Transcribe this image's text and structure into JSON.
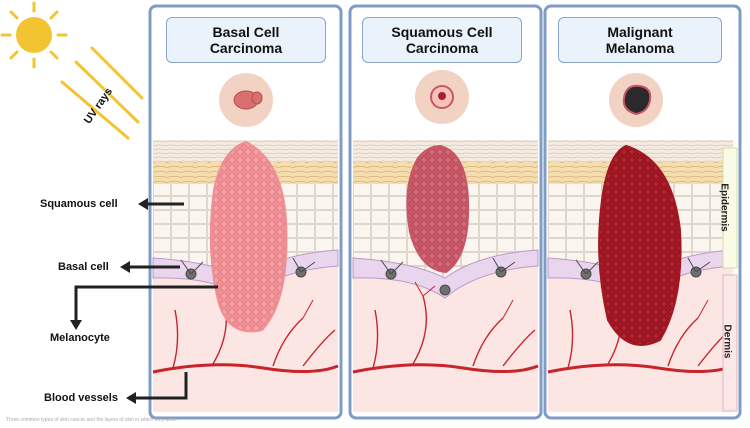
{
  "panels": [
    {
      "title": "Basal Cell\nCarcinoma"
    },
    {
      "title": "Squamous Cell\nCarcinoma"
    },
    {
      "title": "Malignant\nMelanoma"
    }
  ],
  "labels": {
    "uv": "UV rays",
    "squamous": "Squamous cell",
    "basal": "Basal cell",
    "melanocyte": "Melanocyte",
    "blood": "Blood vessels"
  },
  "layers": {
    "epidermis": "Epidermis",
    "dermis": "Dermis"
  },
  "colors": {
    "panel_border": "#7f9cc6",
    "dermis": "#fbe6e3",
    "basal_layer": "#e9d6ee",
    "vessel": "#c8242c",
    "bcc": "#f08f95",
    "scc": "#c85666",
    "melanoma": "#a31722",
    "sun": "#f3c432"
  },
  "caption": "Three common types of skin cancer and the layers of skin in which they arise."
}
